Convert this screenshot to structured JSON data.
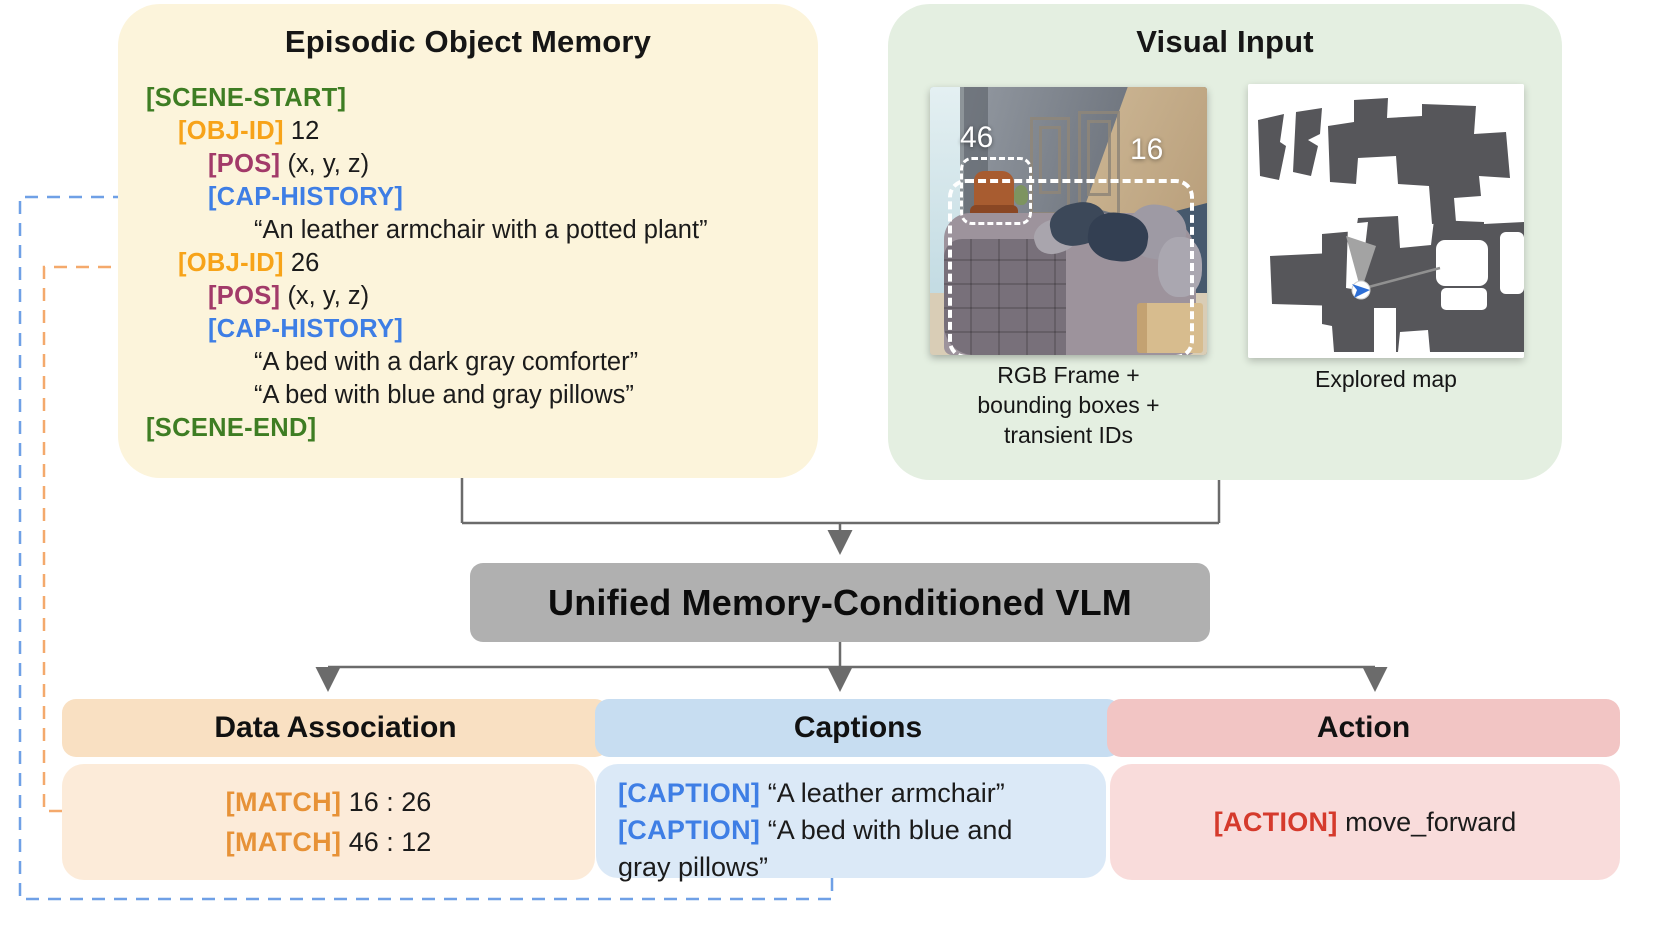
{
  "colors": {
    "panel_yellow": "#FCF4DB",
    "panel_green": "#E4EFE1",
    "vlm_gray": "#B0B0B0",
    "token_scene_green": "#3E7D23",
    "token_objid_orange": "#F7A319",
    "token_pos_magenta": "#A23A69",
    "token_caption_blue": "#3E7EE5",
    "token_match_orange": "#E79237",
    "token_action_red": "#D53A2C",
    "connector_gray": "#6b6b6b",
    "feedback_dash_blue": "#6FA0E6",
    "feedback_dash_orange": "#F4A96C"
  },
  "memory_panel": {
    "title": "Episodic Object Memory",
    "lines": [
      {
        "token": "[SCENE-START]",
        "value": "",
        "type": "scene",
        "indent": 0
      },
      {
        "token": "[OBJ-ID]",
        "value": "12",
        "type": "objid",
        "indent": 1
      },
      {
        "token": "[POS]",
        "value": "(x, y, z)",
        "type": "pos",
        "indent": 2
      },
      {
        "token": "[CAP-HISTORY]",
        "value": "",
        "type": "cap",
        "indent": 2
      },
      {
        "token": "",
        "value": "“An leather armchair with a potted plant”",
        "type": "quote",
        "indent": 3
      },
      {
        "token": "[OBJ-ID]",
        "value": "26",
        "type": "objid",
        "indent": 1
      },
      {
        "token": "[POS]",
        "value": "(x, y, z)",
        "type": "pos",
        "indent": 2
      },
      {
        "token": "[CAP-HISTORY]",
        "value": "",
        "type": "cap",
        "indent": 2
      },
      {
        "token": "",
        "value": "“A bed with a dark gray comforter”",
        "type": "quote",
        "indent": 3
      },
      {
        "token": "",
        "value": "“A bed with blue and gray pillows”",
        "type": "quote",
        "indent": 3
      },
      {
        "token": "[SCENE-END]",
        "value": "",
        "type": "scene",
        "indent": 0
      }
    ]
  },
  "visual_panel": {
    "title": "Visual Input",
    "rgb_caption": "RGB Frame +\nbounding boxes +\ntransient IDs",
    "map_caption": "Explored map",
    "bbox_labels": {
      "armchair": "46",
      "bed": "16"
    }
  },
  "vlm": {
    "label": "Unified Memory-Conditioned VLM"
  },
  "outputs": {
    "data_association": {
      "title": "Data Association",
      "matches": [
        {
          "token": "[MATCH]",
          "value": "16 : 26"
        },
        {
          "token": "[MATCH]",
          "value": "46 : 12"
        }
      ]
    },
    "captions": {
      "title": "Captions",
      "entries": [
        {
          "token": "[CAPTION]",
          "value": "“A leather armchair”"
        },
        {
          "token": "[CAPTION]",
          "value": "“A bed with blue and gray pillows”"
        }
      ]
    },
    "action": {
      "title": "Action",
      "token": "[ACTION]",
      "value": "move_forward"
    }
  }
}
